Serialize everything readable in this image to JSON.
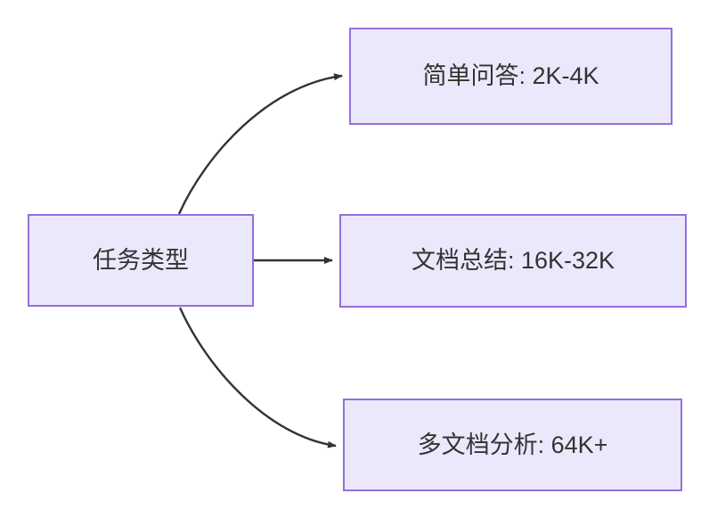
{
  "diagram": {
    "type": "flowchart",
    "direction": "left-to-right",
    "background_color": "#ffffff",
    "node_fill_color": "#ECE8FB",
    "node_border_color": "#9370DB",
    "node_text_color": "#333333",
    "edge_color": "#333333",
    "nodes": [
      {
        "id": "root",
        "label": "任务类型"
      },
      {
        "id": "simple",
        "label": "简单问答: 2K-4K"
      },
      {
        "id": "doc",
        "label": "文档总结: 16K-32K"
      },
      {
        "id": "multi",
        "label": "多文档分析: 64K+"
      }
    ],
    "edges": [
      {
        "from": "root",
        "to": "simple",
        "label": "",
        "style": "curved-arrow"
      },
      {
        "from": "root",
        "to": "doc",
        "label": "",
        "style": "straight-arrow"
      },
      {
        "from": "root",
        "to": "multi",
        "label": "",
        "style": "curved-arrow"
      }
    ]
  }
}
